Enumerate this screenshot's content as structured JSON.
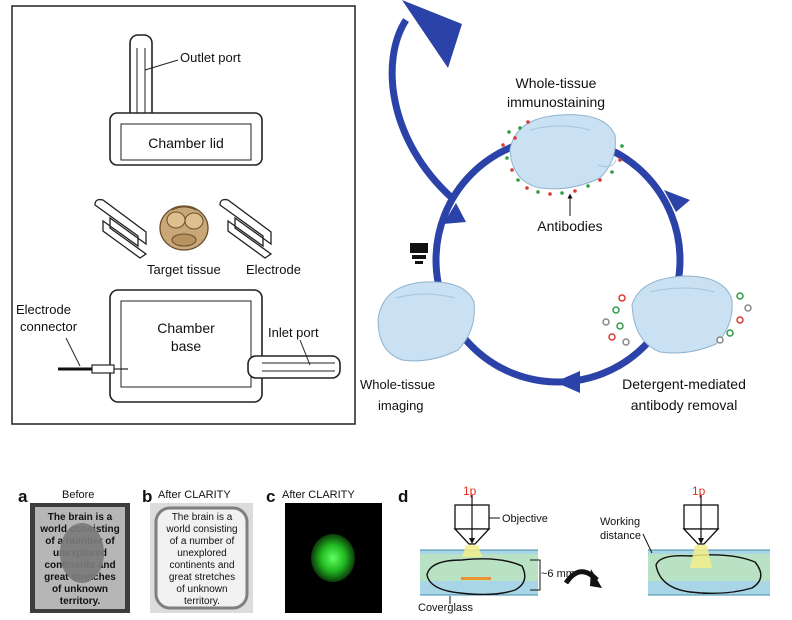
{
  "left_panel": {
    "outlet_port": "Outlet port",
    "chamber_lid": "Chamber lid",
    "target_tissue": "Target tissue",
    "electrode": "Electrode",
    "electrode_connector_line1": "Electrode",
    "electrode_connector_line2": "connector",
    "chamber_base_line1": "Chamber",
    "chamber_base_line2": "base",
    "inlet_port": "Inlet port"
  },
  "cycle": {
    "immunostaining_line1": "Whole-tissue",
    "immunostaining_line2": "immunostaining",
    "antibodies": "Antibodies",
    "imaging_line1": "Whole-tissue",
    "imaging_line2": "imaging",
    "removal_line1": "Detergent-mediated",
    "removal_line2": "antibody removal"
  },
  "panels": {
    "a_letter": "a",
    "a_title": "Before",
    "b_letter": "b",
    "b_title": "After CLARITY",
    "c_letter": "c",
    "c_title": "After CLARITY",
    "d_letter": "d",
    "text_lines": [
      "The brain is a",
      "world consisting",
      "of a number of",
      "unexplored",
      "continents and",
      "great stretches",
      "of unknown",
      "territory."
    ],
    "d_1p": "1p",
    "d_objective": "Objective",
    "d_depth": "~6 mm",
    "d_coverglass": "Coverglass",
    "d_working_line1": "Working",
    "d_working_line2": "distance",
    "d_1p_right": "1p"
  },
  "colors": {
    "cycle_blue": "#2b43a8",
    "brain_fill": "#c9e1f3",
    "antibody_red": "#d83a2f",
    "antibody_green": "#2e9d42",
    "red_label": "#e03020",
    "gel_green": "#b9e2c4",
    "gel_blue": "#a9d6e6"
  }
}
